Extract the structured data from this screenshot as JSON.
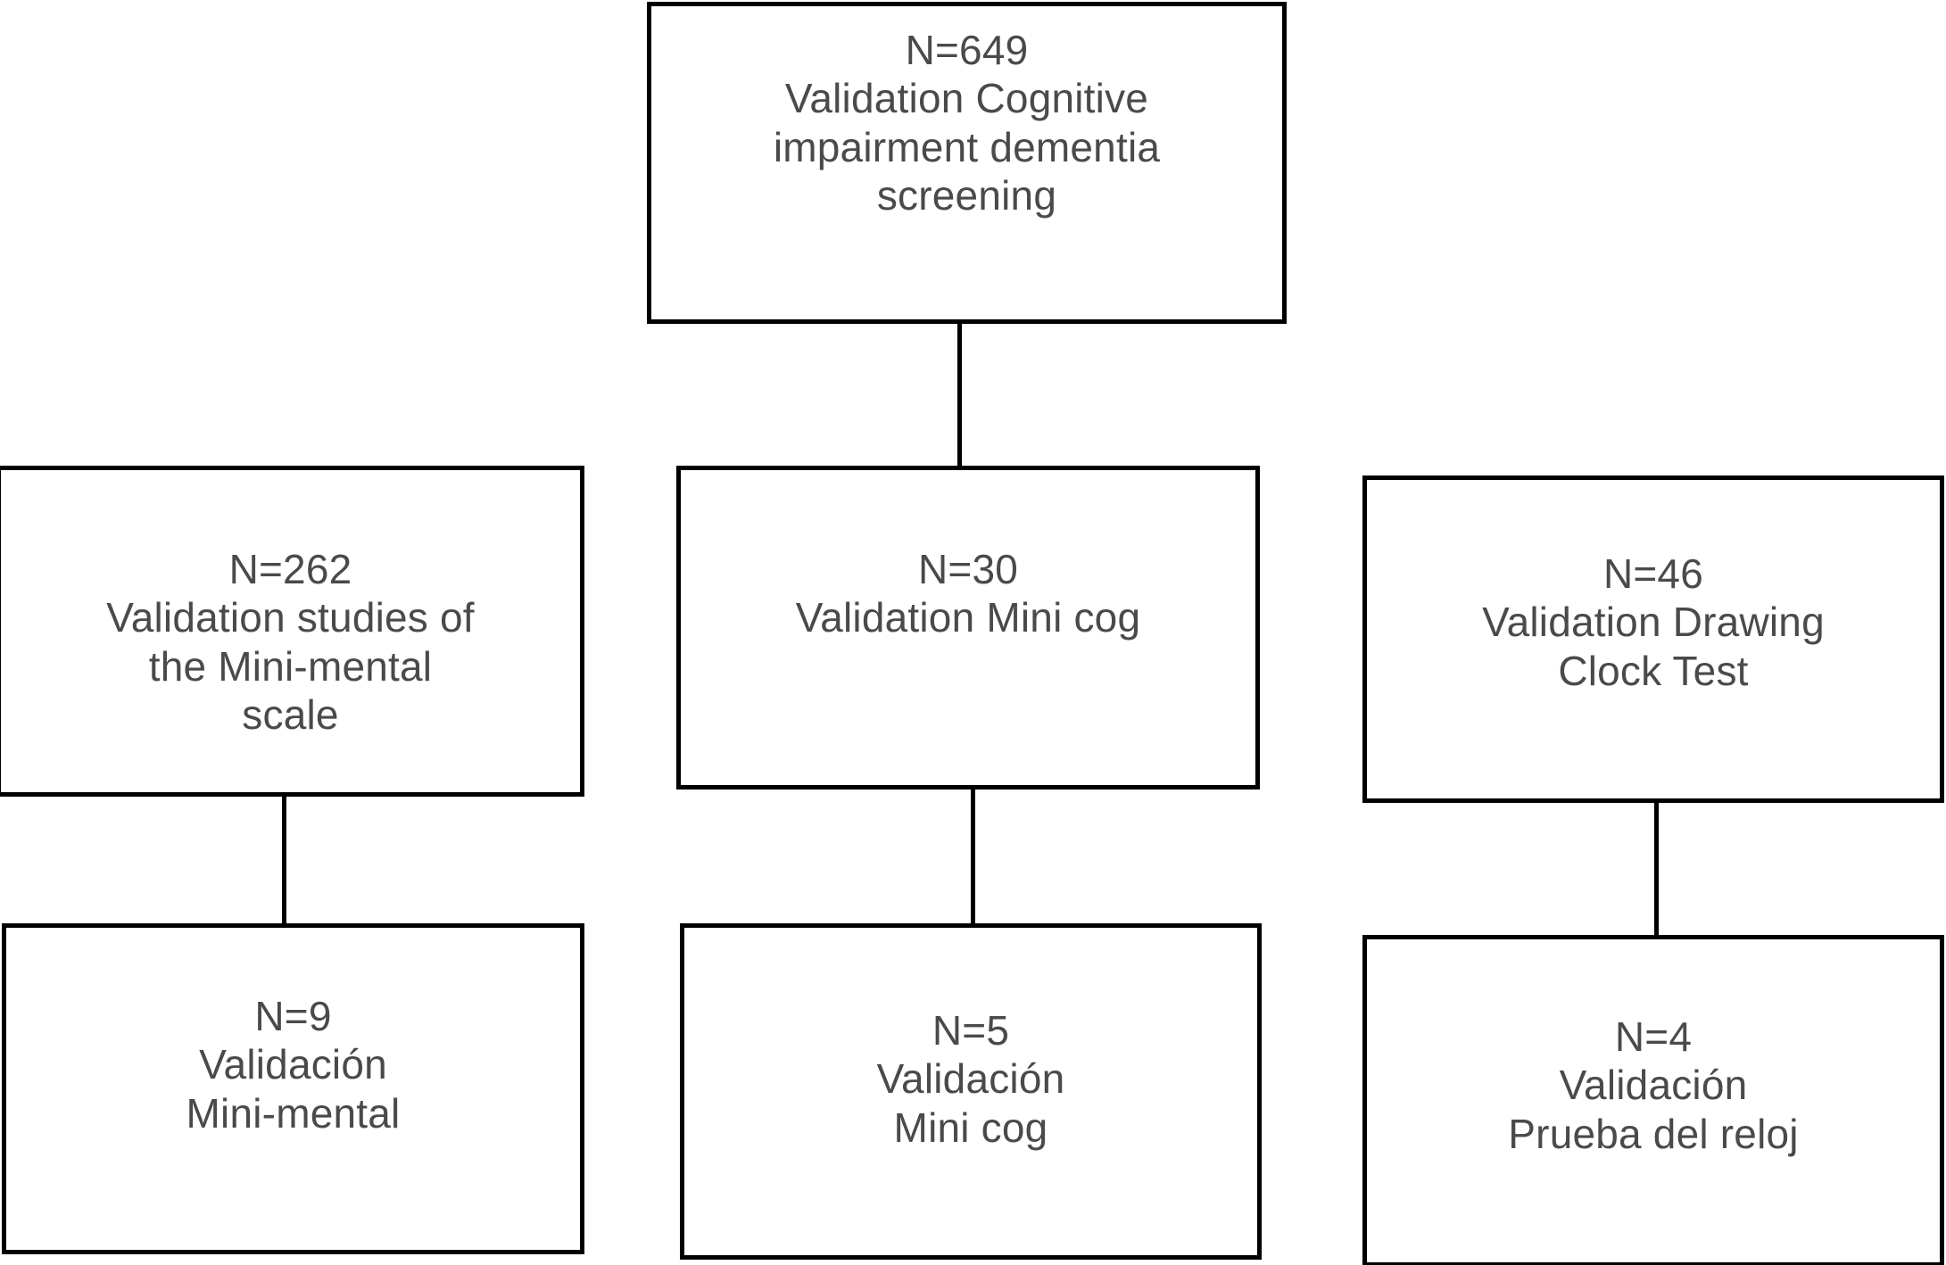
{
  "diagram": {
    "type": "flowchart",
    "title": "Validation studies flow diagram",
    "colors": {
      "border": "#000000",
      "text": "#4a4a4a",
      "background": "#ffffff"
    },
    "nodes": {
      "root": {
        "id": "root",
        "n_label": "N=649",
        "description": "Validation Cognitive impairment dementia screening",
        "text": "N=649\nValidation Cognitive\nimpairment dementia\nscreening",
        "count": 649
      },
      "minimental": {
        "id": "minimental",
        "n_label": "N=262",
        "description": "Validation studies of the Mini-mental scale",
        "text": "N=262\nValidation studies of\nthe Mini-mental\nscale",
        "count": 262
      },
      "minicog": {
        "id": "minicog",
        "n_label": "N=30",
        "description": "Validation Mini cog",
        "text": "N=30\nValidation Mini cog",
        "count": 30
      },
      "clock": {
        "id": "clock",
        "n_label": "N=46",
        "description": "Validation Drawing Clock Test",
        "text": "N=46\nValidation Drawing\nClock Test",
        "count": 46
      },
      "validacion_minimental": {
        "id": "validacion_minimental",
        "n_label": "N=9",
        "description": "Validación Mini-mental",
        "text": "N=9\nValidación\nMini-mental",
        "count": 9
      },
      "validacion_minicog": {
        "id": "validacion_minicog",
        "n_label": "N=5",
        "description": "Validación Mini cog",
        "text": "N=5\nValidación\nMini cog",
        "count": 5
      },
      "validacion_reloj": {
        "id": "validacion_reloj",
        "n_label": "N=4",
        "description": "Validación Prueba del reloj",
        "text": "N=4\nValidación\nPrueba del reloj",
        "count": 4
      }
    },
    "edges": [
      {
        "from": "root",
        "to": "minicog",
        "style": "vertical-line"
      },
      {
        "from": "minimental",
        "to": "validacion_minimental",
        "style": "vertical-line"
      },
      {
        "from": "minicog",
        "to": "validacion_minicog",
        "style": "vertical-line"
      },
      {
        "from": "clock",
        "to": "validacion_reloj",
        "style": "vertical-line"
      }
    ]
  }
}
